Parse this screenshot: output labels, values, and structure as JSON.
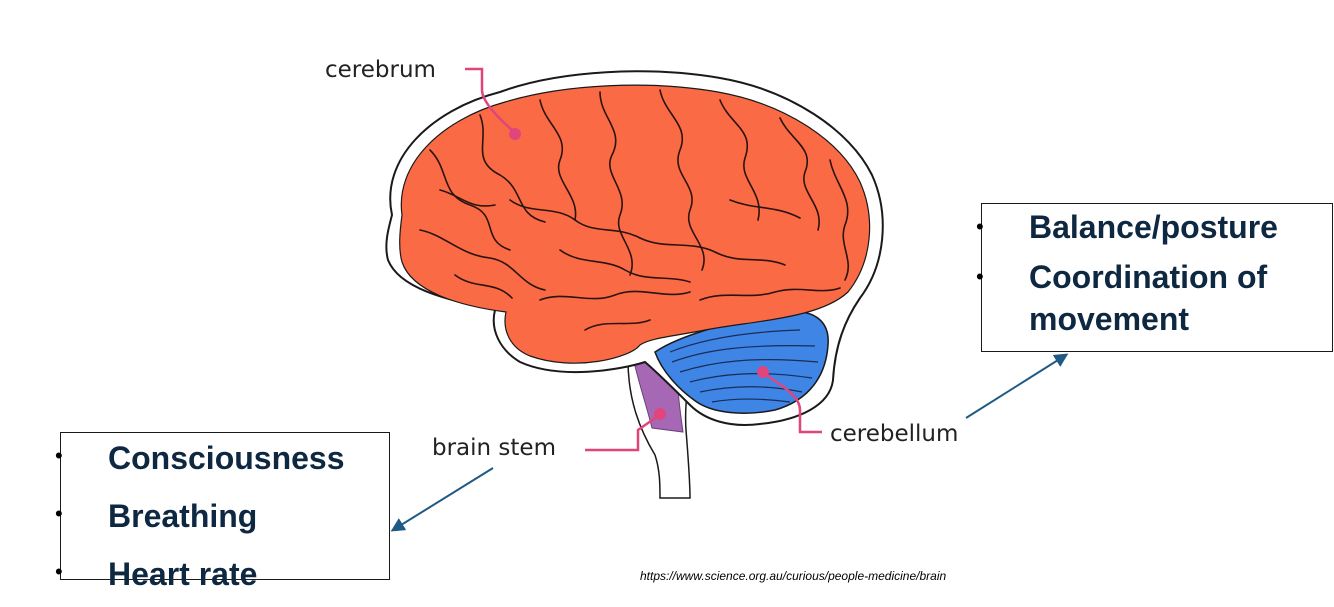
{
  "labels": {
    "cerebrum": "cerebrum",
    "cerebellum": "cerebellum",
    "brain_stem": "brain stem"
  },
  "functions_left": {
    "items": [
      "Consciousness",
      "Breathing",
      "Heart rate"
    ]
  },
  "functions_right": {
    "items": [
      "Balance/posture",
      "Coordination of movement"
    ]
  },
  "bullet": "•",
  "source": "https://www.science.org.au/curious/people-medicine/brain",
  "colors": {
    "cerebrum": "#fa6a45",
    "cerebellum": "#3f85e6",
    "brain_stem": "#a668b5",
    "leader_line": "#e0457b",
    "arrow": "#1f5a85",
    "outline": "#1a1a1a",
    "function_text": "#0e2841"
  }
}
